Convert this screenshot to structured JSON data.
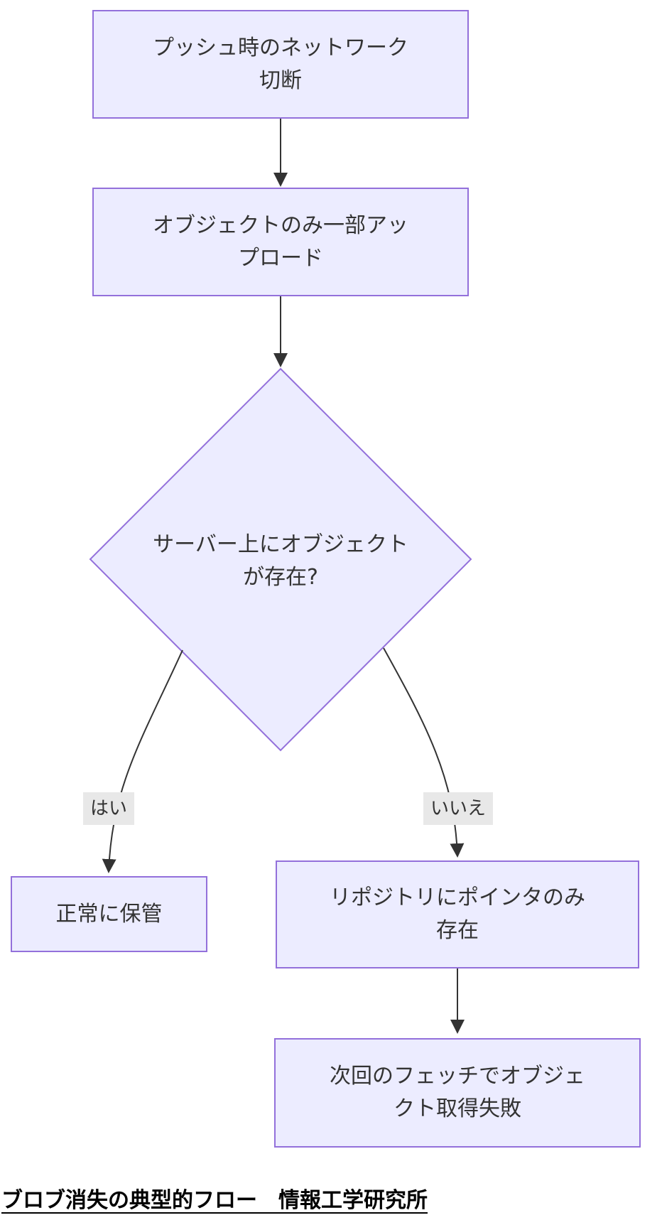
{
  "diagram": {
    "type": "flowchart",
    "direction": "top-down",
    "nodes": {
      "push_disconnect": {
        "shape": "rect",
        "label": "プッシュ時のネットワーク\n切断"
      },
      "partial_upload": {
        "shape": "rect",
        "label": "オブジェクトのみ一部アッ\nプロード"
      },
      "object_exists": {
        "shape": "diamond",
        "label": "サーバー上にオブジェクト\nが存在?"
      },
      "stored_ok": {
        "shape": "rect",
        "label": "正常に保管"
      },
      "pointer_only": {
        "shape": "rect",
        "label": "リポジトリにポインタのみ\n存在"
      },
      "fetch_fail": {
        "shape": "rect",
        "label": "次回のフェッチでオブジェ\nクト取得失敗"
      }
    },
    "edges": [
      {
        "from": "push_disconnect",
        "to": "partial_upload",
        "label": ""
      },
      {
        "from": "partial_upload",
        "to": "object_exists",
        "label": ""
      },
      {
        "from": "object_exists",
        "to": "stored_ok",
        "label": "はい"
      },
      {
        "from": "object_exists",
        "to": "pointer_only",
        "label": "いいえ"
      },
      {
        "from": "pointer_only",
        "to": "fetch_fail",
        "label": ""
      }
    ],
    "edge_labels": {
      "yes": "はい",
      "no": "いいえ"
    },
    "colors": {
      "node_fill": "#ECECFF",
      "node_border": "#9370DB",
      "edge": "#333333",
      "edge_label_bg": "#e8e8e8",
      "text": "#333333"
    }
  },
  "caption": {
    "text": "ブロブ消失の典型的フロー　情報工学研究所"
  }
}
